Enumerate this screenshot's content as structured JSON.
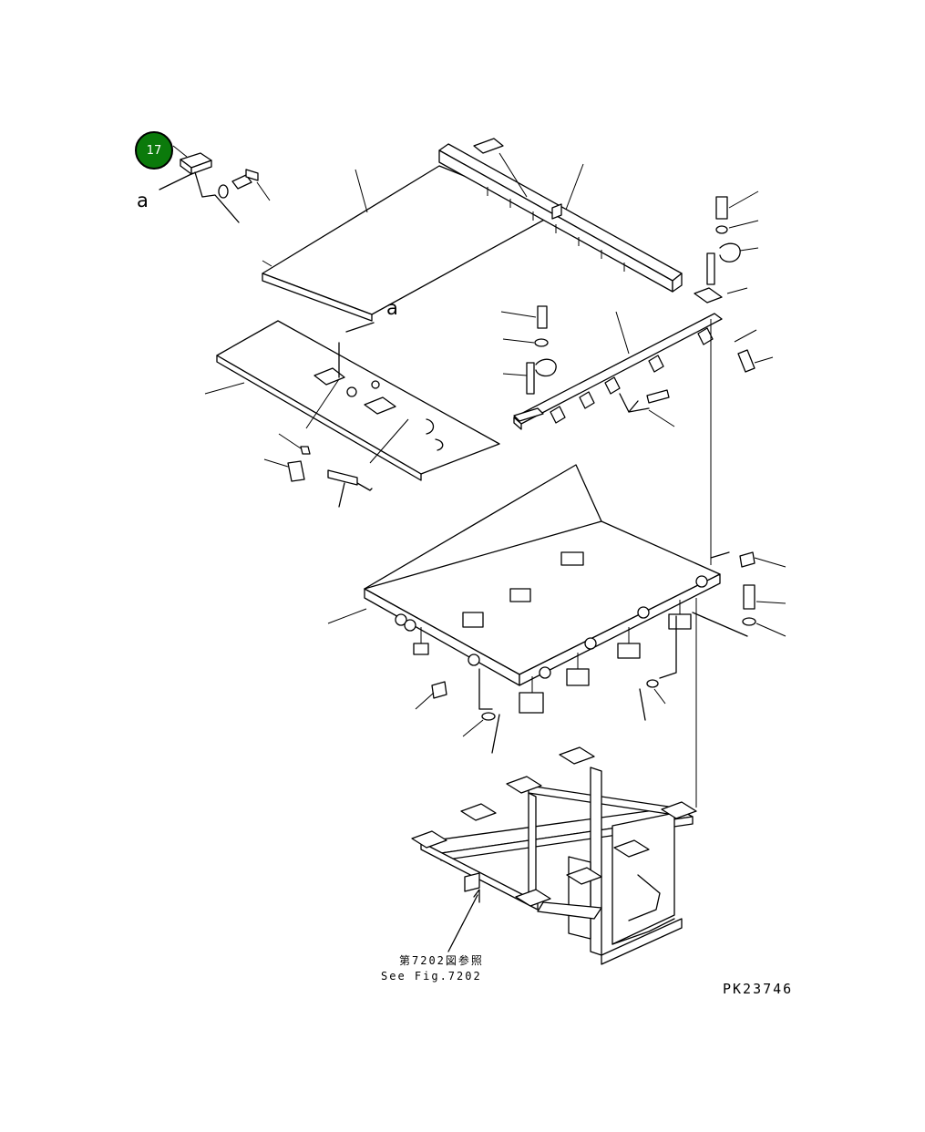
{
  "callout": {
    "number": "17",
    "color": "#0b7a0b"
  },
  "reference_marks": {
    "upper": "a",
    "lower": "a"
  },
  "note": {
    "jp": "第7202図参照",
    "en": "See Fig.7202"
  },
  "drawing_number": "PK23746"
}
